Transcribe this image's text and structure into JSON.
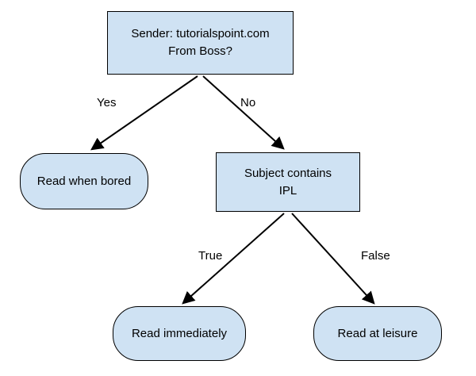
{
  "diagram": {
    "type": "decision-tree",
    "colors": {
      "node_fill": "#cfe2f3",
      "node_border": "#000000",
      "arrow": "#000000",
      "background": "#ffffff"
    },
    "nodes": {
      "root": {
        "shape": "rect",
        "line1": "Sender: tutorialspoint.com",
        "line2": "From Boss?"
      },
      "read_when_bored": {
        "shape": "rounded",
        "label": "Read when bored"
      },
      "subject_contains": {
        "shape": "rect",
        "line1": "Subject contains",
        "line2": "IPL"
      },
      "read_immediately": {
        "shape": "rounded",
        "label": "Read immediately"
      },
      "read_at_leisure": {
        "shape": "rounded",
        "label": "Read at leisure"
      }
    },
    "edge_labels": {
      "yes": "Yes",
      "no": "No",
      "true": "True",
      "false": "False"
    }
  }
}
